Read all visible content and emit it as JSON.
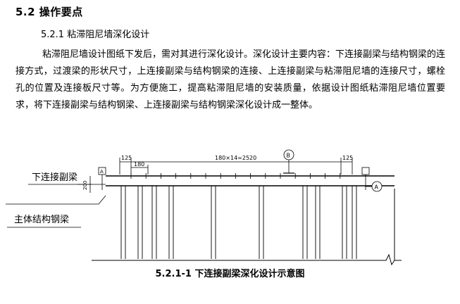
{
  "section": {
    "title": "5.2 操作要点"
  },
  "subsection": {
    "title": "5.2.1 粘滞阻尼墙深化设计"
  },
  "paragraph": "粘滞阻尼墙设计图纸下发后，需对其进行深化设计。深化设计主要内容：下连接副梁与结构钢梁的连接方式，过渡梁的形状尺寸，上连接副梁与结构钢梁的连接、上连接副梁与粘滞阻尼墙的连接尺寸，螺栓孔的位置及连接板尺寸等。为方便施工，提高粘滞阻尼墙的安装质量，依据设计图纸粘滞阻尼墙位置要求，将下连接副梁与结构钢梁、上连接副梁与结构钢梁深化设计成一整体。",
  "figure": {
    "label_lower_beam": "下连接副梁",
    "label_main_beam": "主体结构钢梁",
    "dim_left_edge": "125",
    "dim_spacing": "180",
    "dim_total": "180×14=2520",
    "dim_right_edge": "125",
    "dim_height": "200",
    "marker_b": "B",
    "marker_a_left": "A",
    "marker_a_right": "A"
  },
  "caption": "5.2.1-1 下连接副梁深化设计示意图"
}
